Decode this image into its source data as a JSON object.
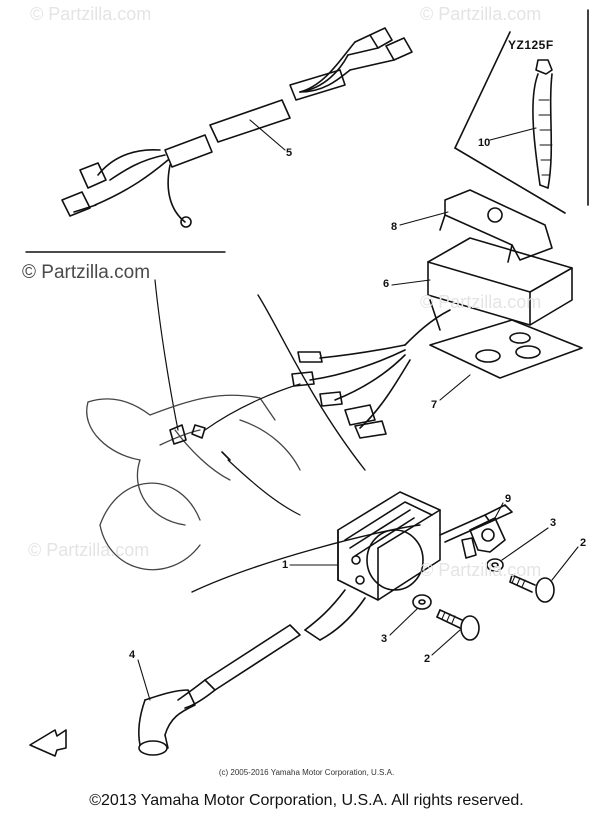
{
  "watermarks": {
    "top_left": "© Partzilla.com",
    "top_right": "© Partzilla.com",
    "mid_left": "© Partzilla.com",
    "mid_right": "© Partzilla.com",
    "lower_left": "© Partzilla.com",
    "lower_right": "© Partzilla.com"
  },
  "model_label": "YZ125F",
  "callouts": {
    "p1": "1",
    "p2a": "2",
    "p2b": "2",
    "p3a": "3",
    "p3b": "3",
    "p4": "4",
    "p5": "5",
    "p6": "6",
    "p7": "7",
    "p8": "8",
    "p9": "9",
    "p10": "10"
  },
  "fine_print": "(c) 2005-2016 Yamaha Motor Corporation, U.S.A.",
  "footer": "©2013 Yamaha Motor Corporation, U.S.A. All rights reserved."
}
